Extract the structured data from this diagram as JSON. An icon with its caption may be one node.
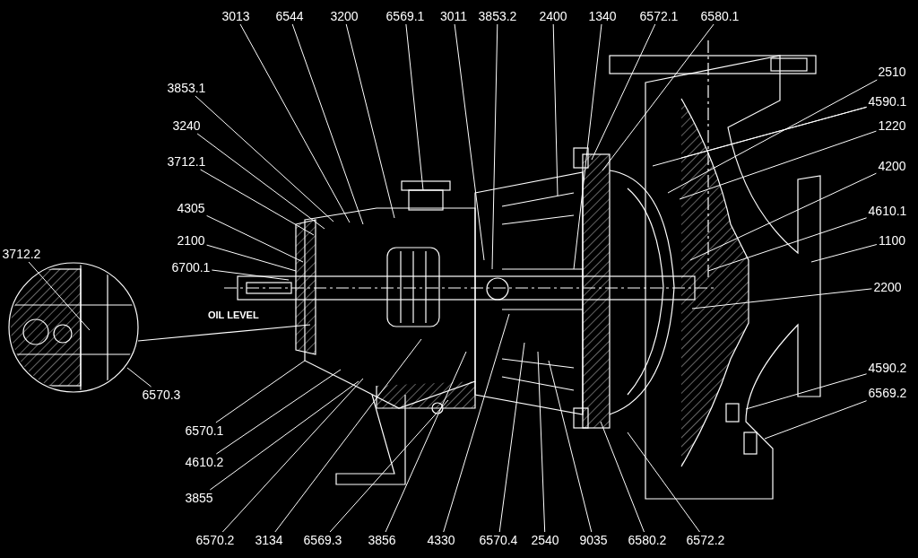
{
  "diagram": {
    "nodes": [
      {
        "text": [
          "3013"
        ]
      },
      {
        "text": [
          "6544"
        ]
      },
      {
        "text": [
          "3200"
        ]
      },
      {
        "text": [
          "6569.1"
        ]
      },
      {
        "text": [
          "3011"
        ]
      },
      {
        "text": [
          "3853.2"
        ]
      },
      {
        "text": [
          "2400"
        ]
      },
      {
        "text": [
          "1340"
        ]
      },
      {
        "text": [
          "6572.1"
        ]
      },
      {
        "text": [
          "6580.1"
        ]
      },
      {
        "text": [
          "3853.1"
        ]
      },
      {
        "text": [
          "3240"
        ]
      },
      {
        "text": [
          "3712.1"
        ]
      },
      {
        "text": [
          "4305"
        ]
      },
      {
        "text": [
          "2100"
        ]
      },
      {
        "text": [
          "6700.1"
        ]
      },
      {
        "text": [
          "3712.2"
        ]
      },
      {
        "text": [
          "6570.3"
        ]
      },
      {
        "text": [
          "2510"
        ]
      },
      {
        "text": [
          "4590.1"
        ]
      },
      {
        "text": [
          "1220"
        ]
      },
      {
        "text": [
          "4200"
        ]
      },
      {
        "text": [
          "4610.1"
        ]
      },
      {
        "text": [
          "1100"
        ]
      },
      {
        "text": [
          "2200"
        ]
      },
      {
        "text": [
          "4590.2"
        ]
      },
      {
        "text": [
          "6569.2"
        ]
      },
      {
        "text": [
          "6570.1"
        ]
      },
      {
        "text": [
          "4610.2"
        ]
      },
      {
        "text": [
          "3855"
        ]
      },
      {
        "text": [
          "6570.2"
        ]
      },
      {
        "text": [
          "3134"
        ]
      },
      {
        "text": [
          "6569.3"
        ]
      },
      {
        "text": [
          "3856"
        ]
      },
      {
        "text": [
          "4330"
        ]
      },
      {
        "text": [
          "6570.4"
        ]
      },
      {
        "text": [
          "2540"
        ]
      },
      {
        "text": [
          "9035"
        ]
      },
      {
        "text": [
          "6580.2"
        ]
      },
      {
        "text": [
          "6572.2"
        ]
      }
    ],
    "edges": [
      {
        "from": 0,
        "to": null,
        "arrow": "none"
      },
      {
        "from": 1,
        "to": null,
        "arrow": "none"
      },
      {
        "from": 2,
        "to": null,
        "arrow": "none"
      },
      {
        "from": 3,
        "to": null,
        "arrow": "none"
      },
      {
        "from": 4,
        "to": null,
        "arrow": "none"
      },
      {
        "from": 5,
        "to": null,
        "arrow": "none"
      },
      {
        "from": 6,
        "to": null,
        "arrow": "none"
      },
      {
        "from": 7,
        "to": null,
        "arrow": "none"
      },
      {
        "from": 8,
        "to": null,
        "arrow": "none"
      },
      {
        "from": 9,
        "to": null,
        "arrow": "none"
      },
      {
        "from": 10,
        "to": null,
        "arrow": "none"
      },
      {
        "from": 11,
        "to": null,
        "arrow": "none"
      },
      {
        "from": 12,
        "to": null,
        "arrow": "none"
      },
      {
        "from": 13,
        "to": null,
        "arrow": "none"
      },
      {
        "from": 14,
        "to": null,
        "arrow": "none"
      },
      {
        "from": 15,
        "to": null,
        "arrow": "none"
      },
      {
        "from": 16,
        "to": null,
        "arrow": "none"
      },
      {
        "from": 17,
        "to": null,
        "arrow": "none"
      },
      {
        "from": 18,
        "to": null,
        "arrow": "none"
      },
      {
        "from": 19,
        "to": null,
        "arrow": "none"
      },
      {
        "from": 19,
        "to": null,
        "arrow": "none"
      },
      {
        "from": 20,
        "to": null,
        "arrow": "none"
      },
      {
        "from": 21,
        "to": null,
        "arrow": "none"
      },
      {
        "from": 22,
        "to": null,
        "arrow": "none"
      },
      {
        "from": 23,
        "to": null,
        "arrow": "none"
      },
      {
        "from": 24,
        "to": null,
        "arrow": "none"
      },
      {
        "from": 25,
        "to": null,
        "arrow": "none"
      },
      {
        "from": 26,
        "to": null,
        "arrow": "none"
      },
      {
        "from": 27,
        "to": null,
        "arrow": "none"
      },
      {
        "from": 28,
        "to": null,
        "arrow": "none"
      },
      {
        "from": 29,
        "to": null,
        "arrow": "none"
      },
      {
        "from": 30,
        "to": null,
        "arrow": "none"
      },
      {
        "from": 31,
        "to": null,
        "arrow": "none"
      },
      {
        "from": 32,
        "to": null,
        "arrow": "none"
      },
      {
        "from": 33,
        "to": null,
        "arrow": "none"
      },
      {
        "from": 34,
        "to": null,
        "arrow": "none"
      },
      {
        "from": 35,
        "to": null,
        "arrow": "none"
      },
      {
        "from": 36,
        "to": null,
        "arrow": "none"
      },
      {
        "from": 37,
        "to": null,
        "arrow": "none"
      },
      {
        "from": 38,
        "to": null,
        "arrow": "none"
      },
      {
        "from": 39,
        "to": null,
        "arrow": "none"
      }
    ],
    "labels": [
      "OIL LEVEL"
    ]
  }
}
